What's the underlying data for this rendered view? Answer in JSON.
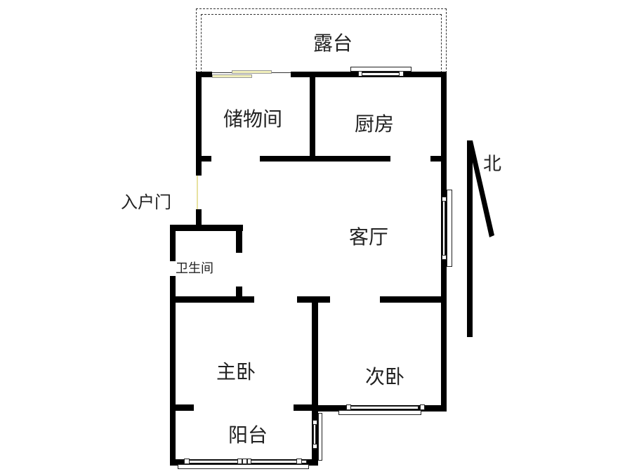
{
  "floorplan": {
    "rooms": {
      "terrace": "露台",
      "storage": "储物间",
      "kitchen": "厨房",
      "living_room": "客厅",
      "bathroom": "卫生间",
      "master_bedroom": "主卧",
      "second_bedroom": "次卧",
      "balcony": "阳台"
    },
    "entrance_label": "入户门",
    "compass": {
      "label": "北"
    },
    "colors": {
      "wall": "#000000",
      "door_slide": "#f2f0bc",
      "background": "#ffffff"
    }
  }
}
